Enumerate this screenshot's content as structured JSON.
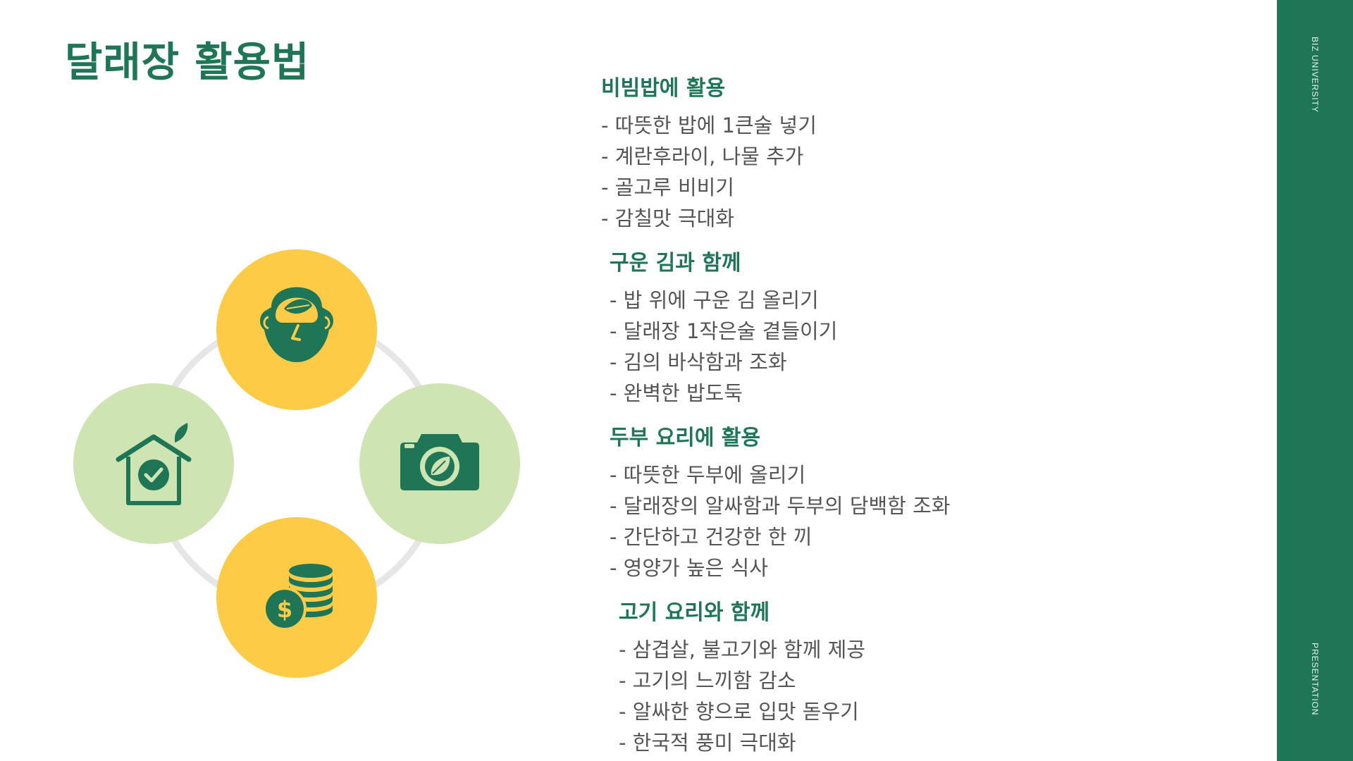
{
  "title": "달래장 활용법",
  "sidebar": {
    "top_label": "BIZ UNIVERSITY",
    "bottom_label": "PRESENTATION"
  },
  "colors": {
    "brand_green": "#1e7657",
    "yellow": "#fecb47",
    "light_green": "#cfe4b3",
    "ring_gray": "#e6e6e6",
    "text_gray": "#555555"
  },
  "diagram": {
    "icons": [
      "eco-person-icon",
      "eco-camera-icon",
      "coins-dollar-icon",
      "eco-house-check-icon"
    ]
  },
  "sections": [
    {
      "title": "비빔밥에 활용",
      "items": [
        "- 따뜻한 밥에 1큰술 넣기",
        "- 계란후라이, 나물 추가",
        "- 골고루 비비기",
        "- 감칠맛 극대화"
      ]
    },
    {
      "title": "구운 김과 함께",
      "items": [
        "- 밥 위에 구운 김 올리기",
        "- 달래장 1작은술 곁들이기",
        "- 김의 바삭함과 조화",
        "- 완벽한 밥도둑"
      ]
    },
    {
      "title": "두부 요리에 활용",
      "items": [
        "- 따뜻한 두부에 올리기",
        "- 달래장의 알싸함과 두부의 담백함 조화",
        "- 간단하고 건강한 한 끼",
        "- 영양가 높은 식사"
      ]
    },
    {
      "title": "고기 요리와 함께",
      "items": [
        "- 삼겹살, 불고기와 함께 제공",
        "- 고기의 느끼함 감소",
        "- 알싸한 향으로 입맛 돋우기",
        "- 한국적 풍미 극대화"
      ]
    }
  ]
}
